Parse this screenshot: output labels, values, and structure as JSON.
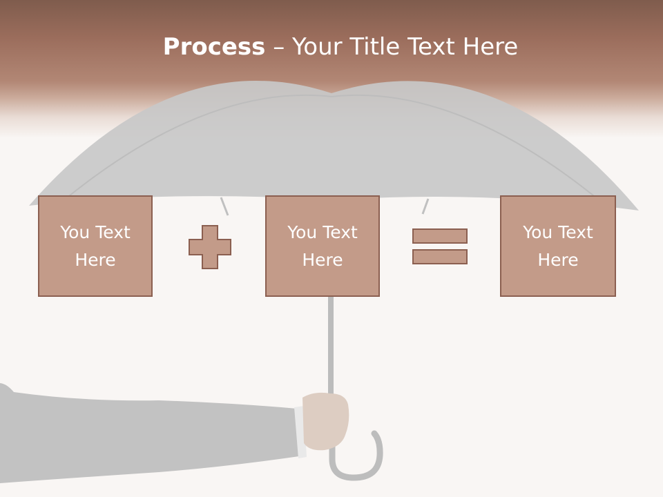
{
  "title": {
    "bold": "Process",
    "separator": " – ",
    "rest": "Your Title Text Here"
  },
  "boxes": [
    {
      "label": "You Text Here"
    },
    {
      "label": "You Text Here"
    },
    {
      "label": "You Text Here"
    }
  ],
  "operators": [
    "plus",
    "equals"
  ],
  "colors": {
    "banner_top": "#7f5c4d",
    "banner_bottom": "#b28775",
    "box_fill": "#c39b89",
    "box_border": "#8b5f50",
    "background": "#f9f6f4",
    "umbrella": "#c9c9c9"
  }
}
